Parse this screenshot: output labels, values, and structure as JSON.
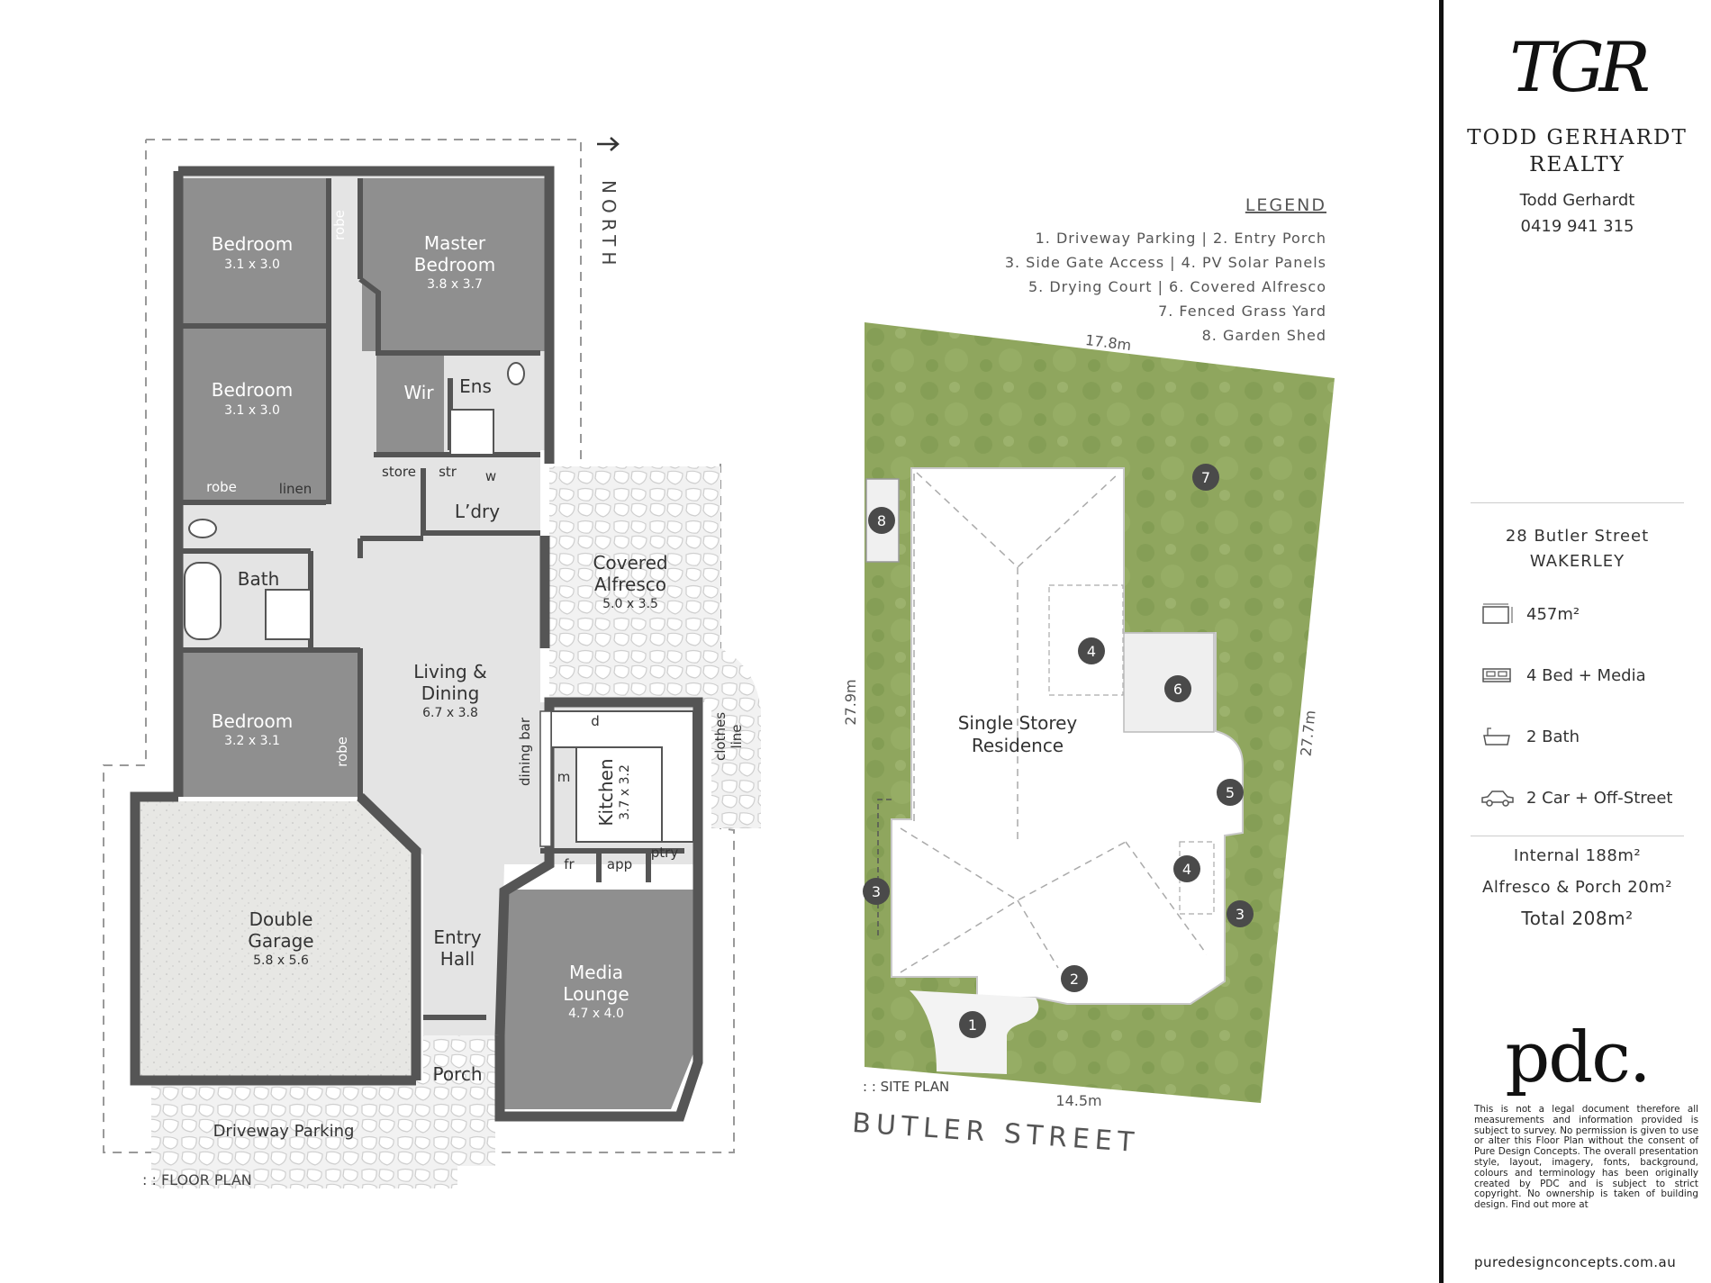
{
  "floor_plan": {
    "north_label": "NORTH",
    "caption": ": : FLOOR PLAN",
    "rooms": [
      {
        "id": "bedroom-1",
        "name": "Bedroom",
        "dim": "3.1 x 3.0"
      },
      {
        "id": "master-bedroom",
        "name_line1": "Master",
        "name_line2": "Bedroom",
        "dim": "3.8 x 3.7"
      },
      {
        "id": "bedroom-2",
        "name": "Bedroom",
        "dim": "3.1 x 3.0"
      },
      {
        "id": "bedroom-3",
        "name": "Bedroom",
        "dim": "3.2 x 3.1"
      },
      {
        "id": "living-dining",
        "name_line1": "Living &",
        "name_line2": "Dining",
        "dim": "6.7 x 3.8"
      },
      {
        "id": "covered-alfresco",
        "name_line1": "Covered",
        "name_line2": "Alfresco",
        "dim": "5.0 x 3.5"
      },
      {
        "id": "kitchen",
        "name": "Kitchen",
        "dim": "3.7 x 3.2"
      },
      {
        "id": "double-garage",
        "name_line1": "Double",
        "name_line2": "Garage",
        "dim": "5.8 x 5.6"
      },
      {
        "id": "media-lounge",
        "name_line1": "Media",
        "name_line2": "Lounge",
        "dim": "4.7 x 4.0"
      }
    ],
    "labels": {
      "robe": "robe",
      "wir": "Wir",
      "ens": "Ens",
      "linen": "linen",
      "store": "store",
      "str": "str",
      "w": "w",
      "laundry": "L’dry",
      "bath": "Bath",
      "dining_bar": "dining bar",
      "d": "d",
      "m": "m",
      "clothes_line1": "clothes",
      "clothes_line2": "line",
      "fr": "fr",
      "app": "app",
      "ptry": "ptry",
      "entry_line1": "Entry",
      "entry_line2": "Hall",
      "porch": "Porch",
      "driveway": "Driveway Parking"
    }
  },
  "site_plan": {
    "caption": ": : SITE PLAN",
    "street": "BUTLER STREET",
    "residence_line1": "Single Storey",
    "residence_line2": "Residence",
    "dimensions": {
      "top": "17.8m",
      "left": "27.9m",
      "right": "27.7m",
      "bottom": "14.5m"
    },
    "legend_title": "LEGEND",
    "legend_lines": [
      "1. Driveway Parking  |  2. Entry Porch",
      "3. Side Gate Access  |  4. PV Solar Panels",
      "5. Drying Court  |  6. Covered Alfresco",
      "7. Fenced Grass Yard",
      "8. Garden Shed"
    ],
    "markers": {
      "m1": "1",
      "m2": "2",
      "m3": "3",
      "m4": "4",
      "m5": "5",
      "m6": "6",
      "m7": "7",
      "m8": "8"
    }
  },
  "sidebar": {
    "logo_monogram": "TGR",
    "brand_line1": "TODD GERHARDT",
    "brand_line2": "REALTY",
    "agent_name": "Todd Gerhardt",
    "agent_phone": "0419 941 315",
    "address_line1": "28 Butler Street",
    "address_line2": "WAKERLEY",
    "features": {
      "land": "457m²",
      "bed": "4 Bed + Media",
      "bath": "2 Bath",
      "car": "2 Car + Off-Street"
    },
    "areas": {
      "internal": "Internal 188m²",
      "alfresco": "Alfresco & Porch 20m²",
      "total": "Total 208m²"
    },
    "pdc_logo": "pdc.",
    "disclaimer": "This is not a legal document therefore all measurements and information provided is subject to survey. No permission is given to use or alter this Floor Plan without the consent of Pure Design Concepts. The overall presentation style, layout, imagery, fonts, background, colours and terminology has been originally created by PDC and is subject to strict copyright. No ownership is taken of building design. Find out more at",
    "url": "puredesignconcepts.com.au"
  },
  "colors": {
    "wall": "#555555",
    "room_dark": "#8c8c8c",
    "room_light": "#e3e3e3",
    "garage": "#e6e6e3",
    "grass": "#8aa35a",
    "marker": "#4a4a4a"
  }
}
